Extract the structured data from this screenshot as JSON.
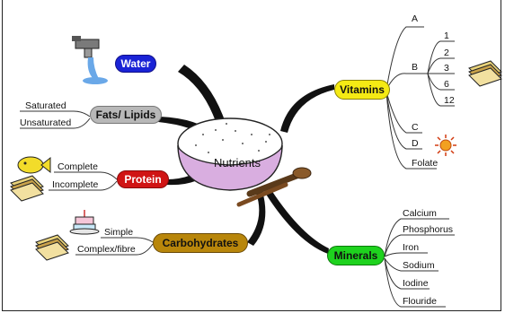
{
  "center": {
    "label": "Nutrients"
  },
  "branches": {
    "water": {
      "label": "Water",
      "color": "#1a23d6"
    },
    "fats": {
      "label": "Fats/ Lipids",
      "color": "#b8b8b8"
    },
    "protein": {
      "label": "Protein",
      "color": "#d01414"
    },
    "carbohydrates": {
      "label": "Carbohydrates",
      "color": "#b8860b"
    },
    "vitamins": {
      "label": "Vitamins",
      "color": "#f5ea14"
    },
    "minerals": {
      "label": "Minerals",
      "color": "#1ed21e"
    }
  },
  "leaves": {
    "vitamins": [
      "A",
      "B",
      "C",
      "D",
      "Folate"
    ],
    "vitamin_b": [
      "1",
      "2",
      "3",
      "6",
      "12"
    ],
    "minerals": [
      "Calcium",
      "Phosphorus",
      "Iron",
      "Sodium",
      "Iodine",
      "Flouride"
    ],
    "fats": [
      "Saturated",
      "Unsaturated"
    ],
    "protein": [
      "Complete",
      "Incomplete"
    ],
    "carbohydrates": [
      "Simple",
      "Complex/fibre"
    ]
  },
  "icons": [
    "water-tap-icon",
    "nutrients-bowl-icon",
    "sandwich-icon",
    "fish-icon",
    "cake-icon",
    "sun-icon"
  ]
}
